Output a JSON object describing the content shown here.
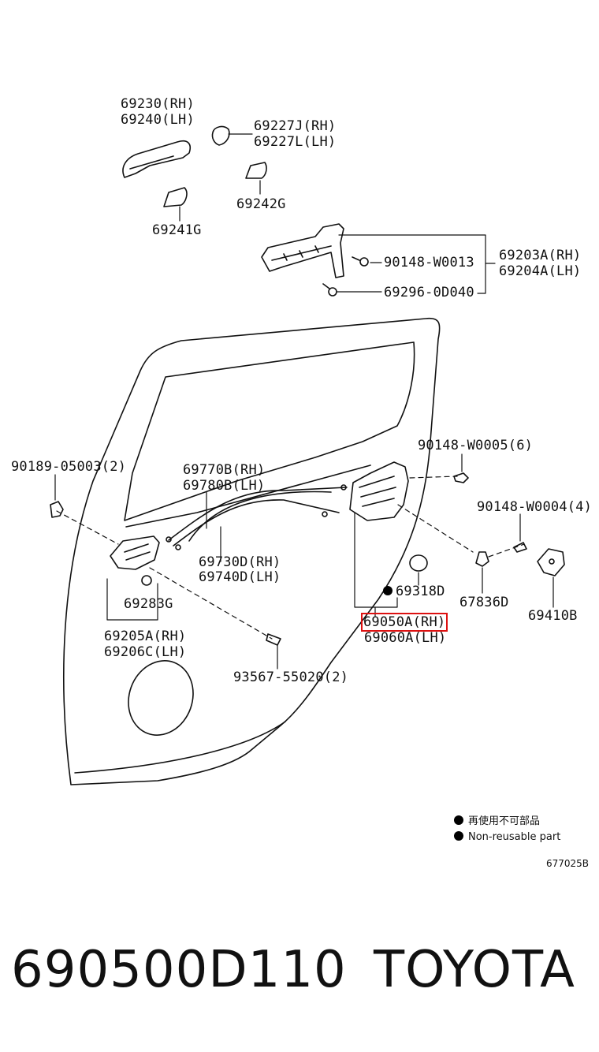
{
  "parts": {
    "handle_rh": "69230(RH)",
    "handle_lh": "69240(LH)",
    "cover_rh": "69227J(RH)",
    "cover_lh": "69227L(LH)",
    "pad_69242g": "69242G",
    "pad_69241g": "69241G",
    "frame_rh": "69203A(RH)",
    "frame_lh": "69204A(LH)",
    "bolt_w0013": "90148-W0013",
    "screw_0d040": "69296-0D040",
    "bolt_w0005": "90148-W0005(6)",
    "clip_05003": "90189-05003(2)",
    "cable_inner_rh": "69770B(RH)",
    "cable_inner_lh": "69780B(LH)",
    "bolt_w0004": "90148-W0004(4)",
    "cable_rh": "69730D(RH)",
    "cable_lh": "69740D(LH)",
    "seal_69318d": "69318D",
    "pad_69283g": "69283G",
    "clip_67836d": "67836D",
    "lock_rh": "69050A(RH)",
    "lock_lh": "69060A(LH)",
    "striker": "69410B",
    "inner_handle_rh": "69205A(RH)",
    "inner_handle_lh": "69206C(LH)",
    "screw_55020": "93567-55020(2)"
  },
  "legend": {
    "jp": "再使用不可部品",
    "en": "Non-reusable part"
  },
  "diagram_ref": "677025B",
  "footer": {
    "part_number": "690500D110",
    "brand": "TOYOTA"
  },
  "colors": {
    "highlight": "#d11111",
    "line": "#111111"
  }
}
